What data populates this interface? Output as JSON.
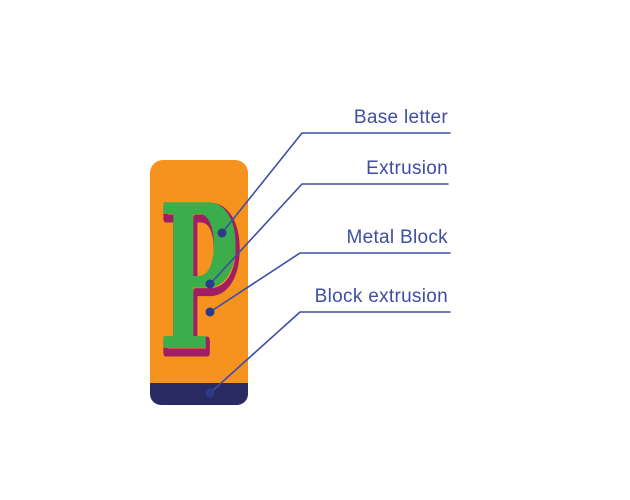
{
  "diagram": {
    "letter": "P",
    "labels": [
      {
        "id": "base-letter",
        "text": "Base letter"
      },
      {
        "id": "extrusion",
        "text": "Extrusion"
      },
      {
        "id": "metal-block",
        "text": "Metal Block"
      },
      {
        "id": "block-extrusion",
        "text": "Block extrusion"
      }
    ],
    "colors": {
      "background": "#FFFFFF",
      "block": "#F6921E",
      "letter": "#3BAD4A",
      "letter_extrusion": "#A01E63",
      "base": "#2A2A62",
      "callout": "#3E4EA3",
      "dot": "#2C3A8C"
    }
  }
}
